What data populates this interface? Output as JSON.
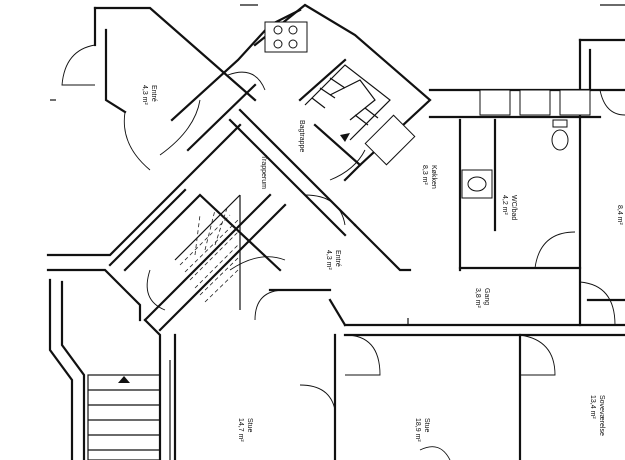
{
  "rooms": {
    "entre_top": {
      "name": "Entré",
      "area": "4,3 m²"
    },
    "tropperum": {
      "name": "Trapperum",
      "area": ""
    },
    "bagtrappe": {
      "name": "Bagtrappe",
      "area": ""
    },
    "kokken": {
      "name": "Køkken",
      "area": "8,3 m²"
    },
    "wc_bad": {
      "name": "WC/bad",
      "area": "4,2 m²"
    },
    "room_right": {
      "name": "",
      "area": "8,4 m²"
    },
    "entre_mid": {
      "name": "Entré",
      "area": "4,3 m²"
    },
    "gang": {
      "name": "Gang",
      "area": "3,8 m²"
    },
    "stue_left": {
      "name": "Stue",
      "area": "14,7 m²"
    },
    "stue_mid": {
      "name": "Stue",
      "area": "18,9 m²"
    },
    "sovevaerelse": {
      "name": "Soveværelse",
      "area": "13,4 m²"
    }
  }
}
